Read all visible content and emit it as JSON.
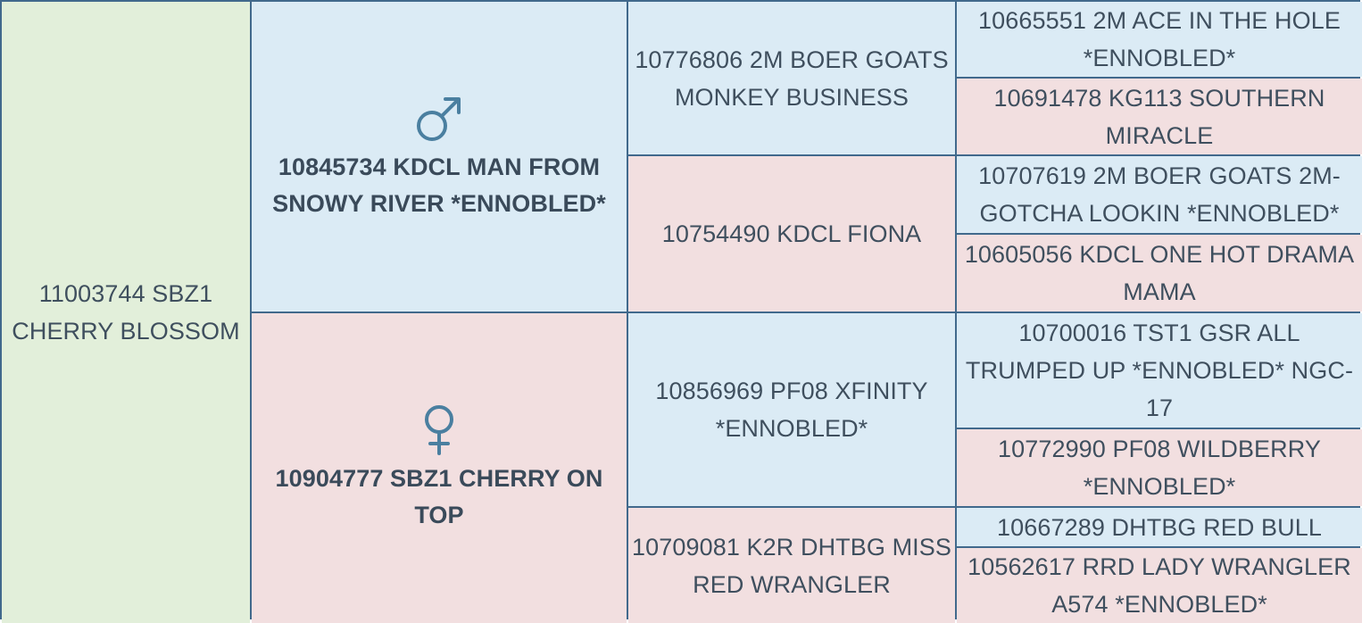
{
  "subject": {
    "name": "11003744 SBZ1 CHERRY BLOSSOM"
  },
  "sire": {
    "name": "10845734 KDCL MAN FROM SNOWY RIVER *ENNOBLED*",
    "symbol_icon": "male-symbol-icon",
    "sire": {
      "name": "10776806 2M BOER GOATS MONKEY BUSINESS",
      "sire": "10665551 2M ACE IN THE HOLE *ENNOBLED*",
      "dam": "10691478 KG113 SOUTHERN MIRACLE"
    },
    "dam": {
      "name": "10754490 KDCL FIONA",
      "sire": "10707619 2M BOER GOATS 2M-GOTCHA LOOKIN *ENNOBLED*",
      "dam": "10605056 KDCL ONE HOT DRAMA MAMA"
    }
  },
  "dam": {
    "name": "10904777 SBZ1 CHERRY ON TOP",
    "symbol_icon": "female-symbol-icon",
    "sire": {
      "name": "10856969 PF08 XFINITY *ENNOBLED*",
      "sire": "10700016 TST1 GSR ALL TRUMPED UP *ENNOBLED* NGC-17",
      "dam": "10772990 PF08 WILDBERRY *ENNOBLED*"
    },
    "dam": {
      "name": "10709081 K2R DHTBG MISS RED WRANGLER",
      "sire": "10667289 DHTBG RED BULL",
      "dam": "10562617 RRD LADY WRANGLER A574 *ENNOBLED*"
    }
  },
  "colors": {
    "subject": "#e2efda",
    "male": "#dbebf5",
    "female": "#f2dfe0",
    "border": "#41698c",
    "text": "#3f4f5e",
    "symbol": "#4a7fa0"
  }
}
